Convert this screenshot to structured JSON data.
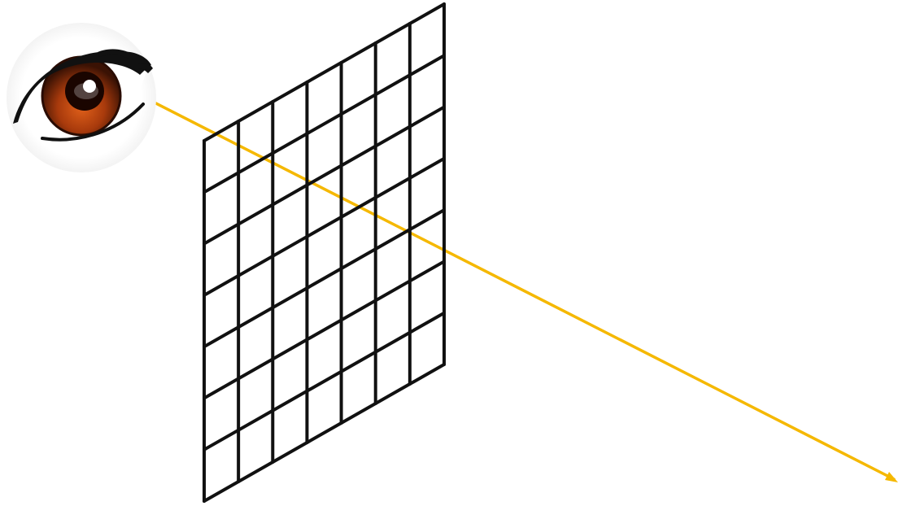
{
  "diagram": {
    "kind": "ray-through-pixel-grid",
    "grid": {
      "columns": 7,
      "rows": 7,
      "line_color": "#111111"
    },
    "ray": {
      "color": "#F5B800",
      "arrowhead": true
    },
    "eye": {
      "icon": "eye-icon",
      "iris_color": "#8B2E0A",
      "iris_highlight_color": "#E0601A",
      "lash_color": "#111111"
    }
  }
}
